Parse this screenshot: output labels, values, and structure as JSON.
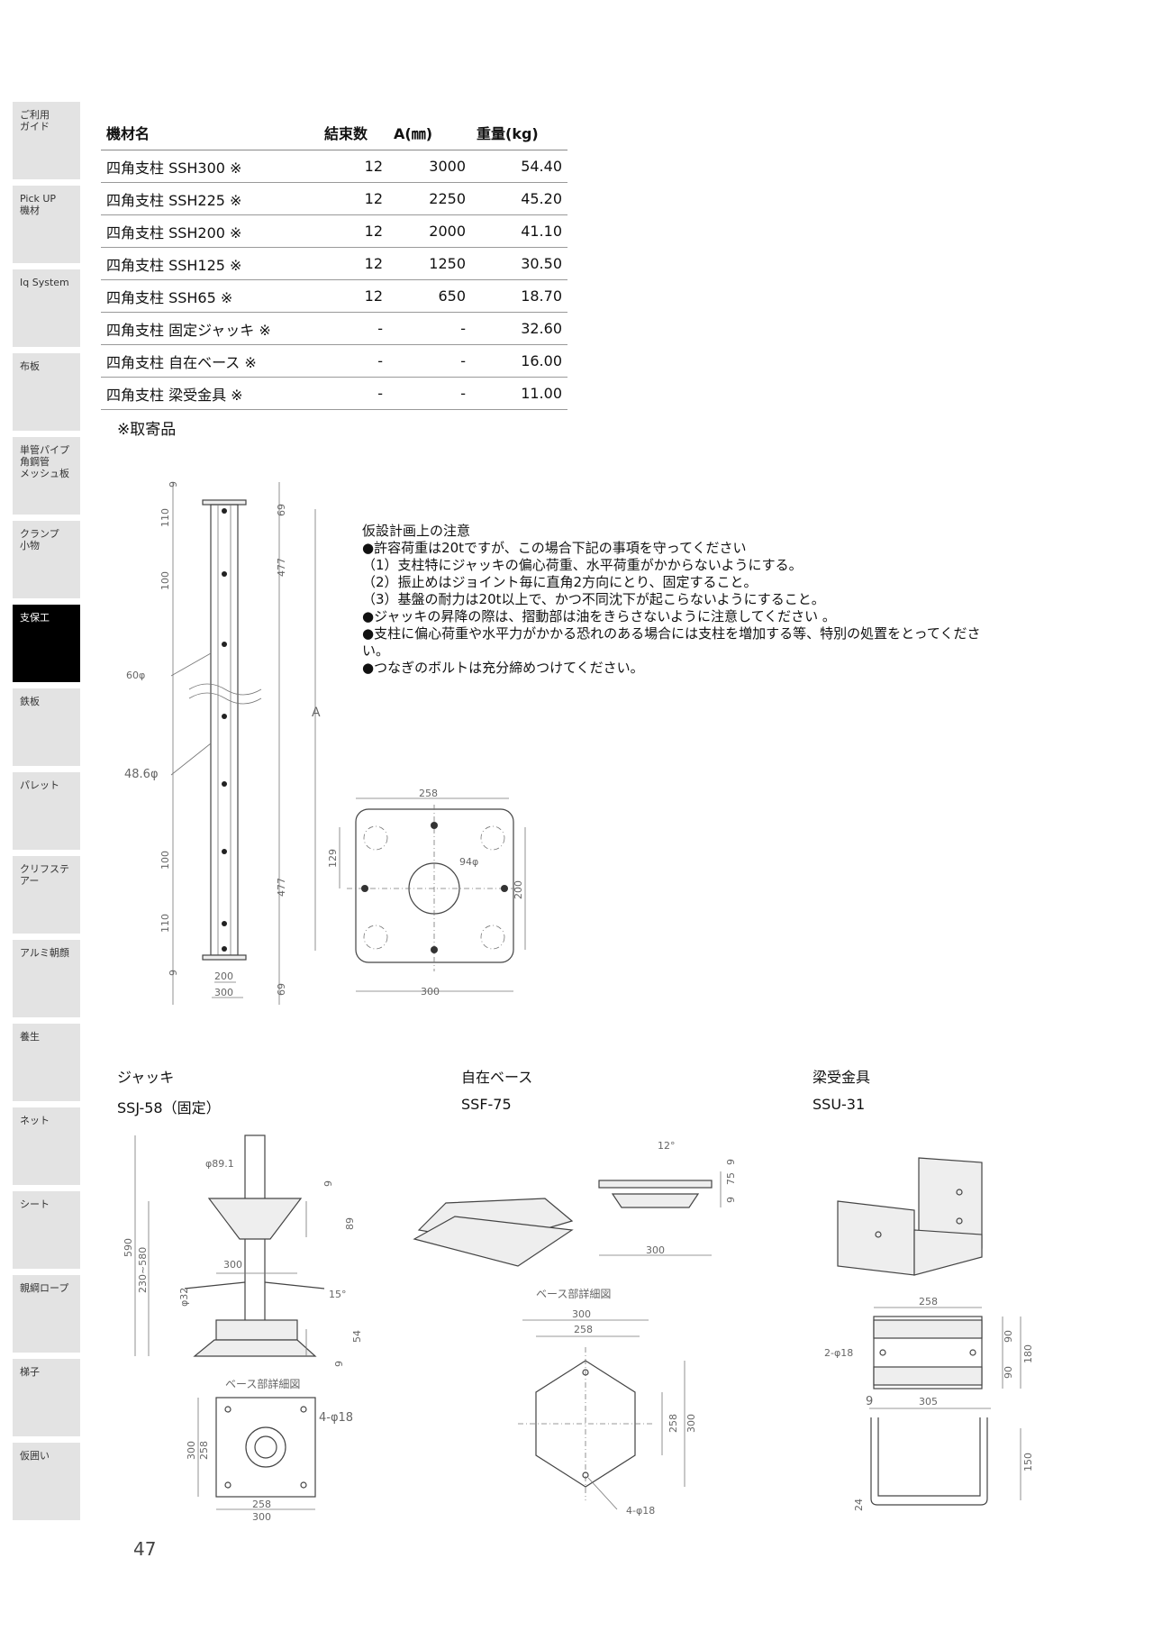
{
  "sidebar": {
    "items": [
      {
        "label": "ご利用\nガイド",
        "active": false
      },
      {
        "label": "Pick UP\n機材",
        "active": false
      },
      {
        "label": "Iq System",
        "active": false
      },
      {
        "label": "布板",
        "active": false
      },
      {
        "label": "単管パイプ\n角鋼管\nメッシュ板",
        "active": false
      },
      {
        "label": "クランプ\n小物",
        "active": false
      },
      {
        "label": "支保工",
        "active": true
      },
      {
        "label": "鉄板",
        "active": false
      },
      {
        "label": "パレット",
        "active": false
      },
      {
        "label": "クリフステ\nアー",
        "active": false
      },
      {
        "label": "アルミ朝顔",
        "active": false
      },
      {
        "label": "養生",
        "active": false
      },
      {
        "label": "ネット",
        "active": false
      },
      {
        "label": "シート",
        "active": false
      },
      {
        "label": "親綱ロープ",
        "active": false
      },
      {
        "label": "梯子",
        "active": false
      },
      {
        "label": "仮囲い",
        "active": false
      }
    ]
  },
  "spec_table": {
    "headers": [
      "機材名",
      "結束数",
      "A(㎜)",
      "重量(kg)"
    ],
    "rows": [
      [
        "四角支柱 SSH300 ※",
        "12",
        "3000",
        "54.40"
      ],
      [
        "四角支柱 SSH225 ※",
        "12",
        "2250",
        "45.20"
      ],
      [
        "四角支柱 SSH200 ※",
        "12",
        "2000",
        "41.10"
      ],
      [
        "四角支柱 SSH125 ※",
        "12",
        "1250",
        "30.50"
      ],
      [
        "四角支柱 SSH65 ※",
        "12",
        "650",
        "18.70"
      ],
      [
        "四角支柱 固定ジャッキ ※",
        "-",
        "-",
        "32.60"
      ],
      [
        "四角支柱 自在ベース ※",
        "-",
        "-",
        "16.00"
      ],
      [
        "四角支柱 梁受金具 ※",
        "-",
        "-",
        "11.00"
      ]
    ]
  },
  "note_mark": "※取寄品",
  "caution": {
    "title": "仮設計画上の注意",
    "lines": [
      "●許容荷重は20tですが、この場合下記の事項を守ってください",
      "（1）支柱特にジャッキの偏心荷重、水平荷重がかからないようにする。",
      "（2）振止めはジョイント毎に直角2方向にとり、固定すること。",
      "（3）基盤の耐力は20t以上で、かつ不同沈下が起こらないようにすること。",
      "●ジャッキの昇降の際は、摺動部は油をきらさないように注意してください 。",
      "●支柱に偏心荷重や水平力がかかる恐れのある場合には支柱を増加する等、特別の処置をとってくださ",
      "い。",
      "●つなぎのボルトは充分締めつけてください。"
    ]
  },
  "drawing_column": {
    "dims": [
      "9",
      "110",
      "100",
      "69",
      "477",
      "60φ",
      "A",
      "48.6φ",
      "100",
      "110",
      "477",
      "9",
      "200",
      "69",
      "300"
    ]
  },
  "drawing_plate": {
    "dims": [
      "258",
      "129",
      "94φ",
      "200",
      "300"
    ]
  },
  "products": [
    {
      "name": "ジャッキ",
      "code": "SSJ-58（固定）"
    },
    {
      "name": "自在ベース",
      "code": "SSF-75"
    },
    {
      "name": "梁受金具",
      "code": "SSU-31"
    }
  ],
  "drawing_jack": {
    "dims": [
      "φ89.1",
      "9",
      "89",
      "590",
      "230~580",
      "300",
      "φ32",
      "15°",
      "54",
      "9"
    ],
    "base_title": "ベース部詳細図",
    "base_dims": [
      "4-φ18",
      "300",
      "258",
      "258",
      "300"
    ]
  },
  "drawing_base": {
    "dims": [
      "12°",
      "9",
      "75",
      "9",
      "300"
    ],
    "base_title": "ベース部詳細図",
    "base_dims": [
      "300",
      "258",
      "258",
      "300",
      "4-φ18"
    ]
  },
  "drawing_beam": {
    "dims": [
      "258",
      "2-φ18",
      "90",
      "90",
      "180",
      "9",
      "305",
      "150",
      "24"
    ]
  },
  "page_number": "47"
}
